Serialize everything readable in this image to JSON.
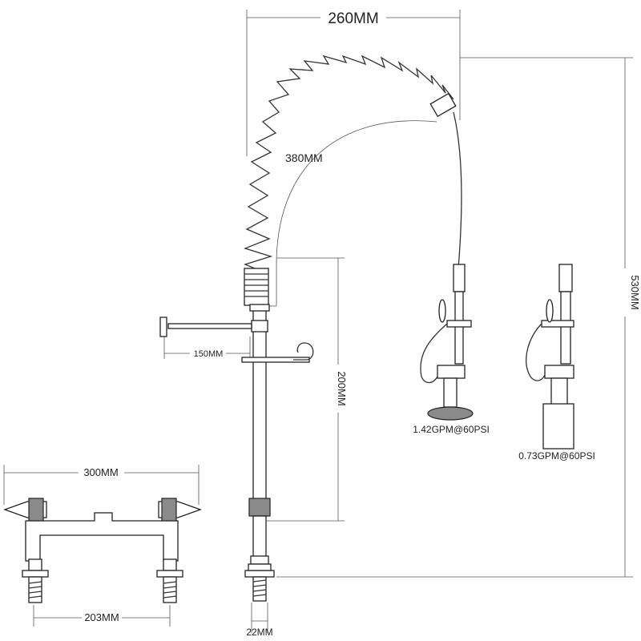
{
  "dimensions": {
    "overall_width": "260MM",
    "spout_reach": "380MM",
    "overall_height": "530MM",
    "arm_length": "150MM",
    "column_height": "200MM",
    "base_width": "300MM",
    "center_distance": "203MM",
    "shank_diameter": "22MM"
  },
  "spray_heads": {
    "flow_rate_a": "1.42GPM@60PSI",
    "flow_rate_b": "0.73GPM@60PSI"
  }
}
